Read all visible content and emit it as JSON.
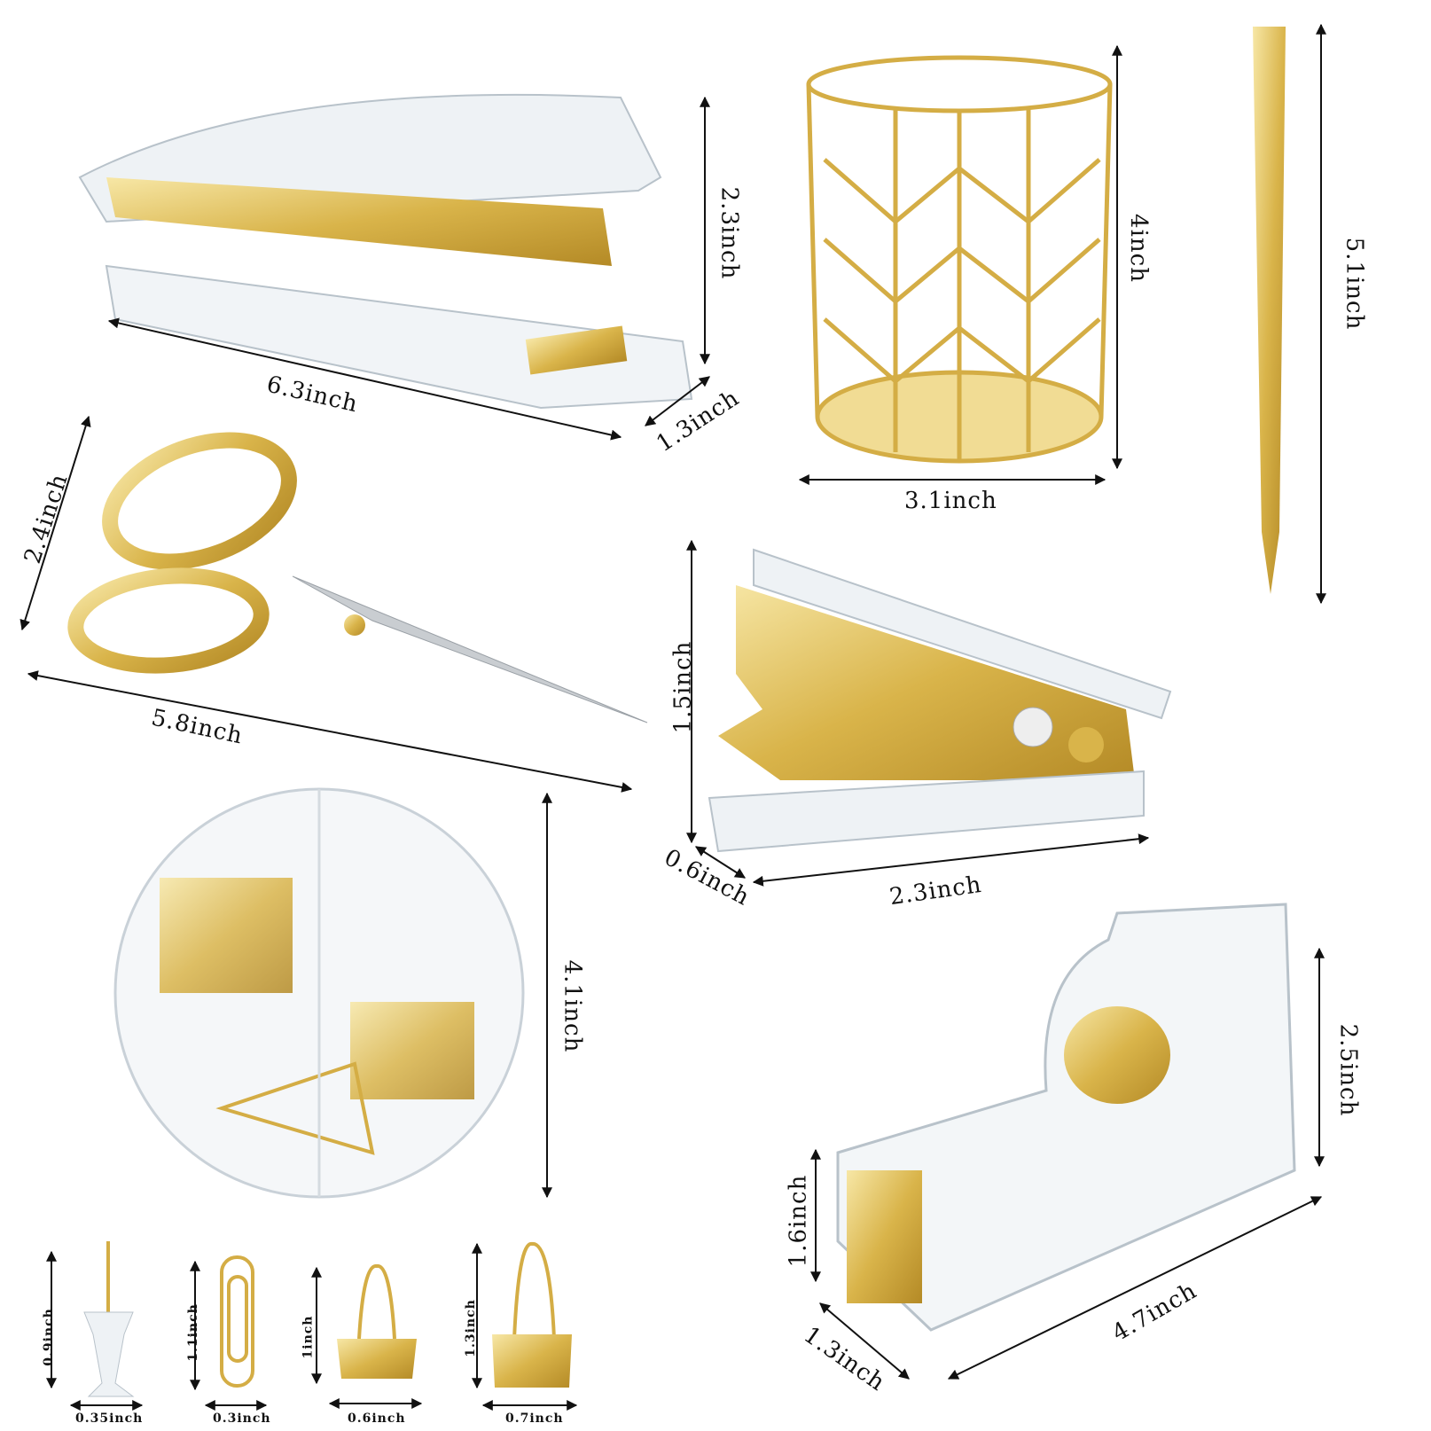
{
  "colors": {
    "gold": "#d9b44a",
    "gold_light": "#f3dd8a",
    "acrylic": "#e9eef2",
    "arrow": "#111111"
  },
  "products": {
    "stapler": {
      "name": "stapler",
      "length": "6.3inch",
      "height": "2.3inch",
      "width": "1.3inch"
    },
    "pen_holder": {
      "name": "pen-holder",
      "height": "4inch",
      "diameter": "3.1inch"
    },
    "pen": {
      "name": "pen",
      "length": "5.1inch"
    },
    "scissors": {
      "name": "scissors",
      "height": "2.4inch",
      "length": "5.8inch"
    },
    "staple_remover": {
      "name": "staple-remover",
      "height": "1.5inch",
      "width": "0.6inch",
      "length": "2.3inch"
    },
    "clip_box": {
      "name": "clip-box",
      "diameter": "4.1inch"
    },
    "tape_dispenser": {
      "name": "tape-dispenser",
      "height": "2.5inch",
      "front_height": "1.6inch",
      "width": "1.3inch",
      "length": "4.7inch"
    },
    "push_pin": {
      "height": "0.9inch",
      "width": "0.35inch"
    },
    "paper_clip": {
      "height": "1.1inch",
      "width": "0.3inch"
    },
    "binder_clip_small": {
      "height": "1inch",
      "width": "0.6inch"
    },
    "binder_clip_large": {
      "height": "1.3inch",
      "width": "0.7inch"
    }
  }
}
